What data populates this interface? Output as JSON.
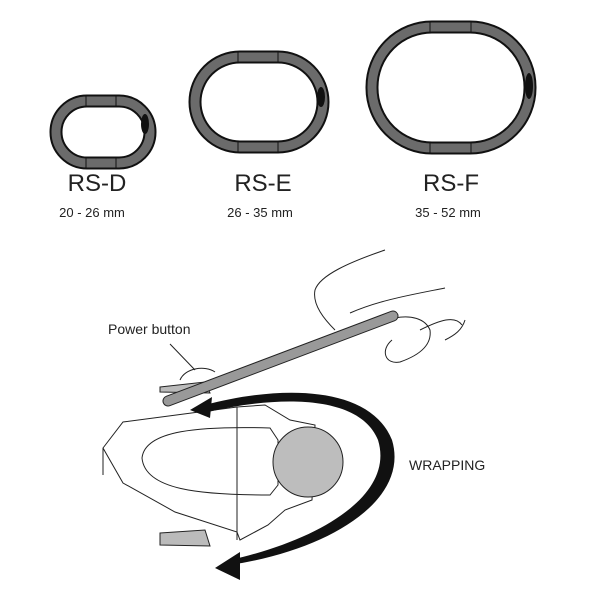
{
  "sizes": [
    {
      "model": "RS-D",
      "range": "20 - 26 mm"
    },
    {
      "model": "RS-E",
      "range": "26 - 35 mm"
    },
    {
      "model": "RS-F",
      "range": "35 - 52 mm"
    }
  ],
  "illustration": {
    "power_button_label": "Power button",
    "action_label": "WRAPPING"
  },
  "colors": {
    "ring": "#6b6b6b",
    "outline": "#111111",
    "wand": "#999999",
    "ball": "#bdbdbd"
  }
}
